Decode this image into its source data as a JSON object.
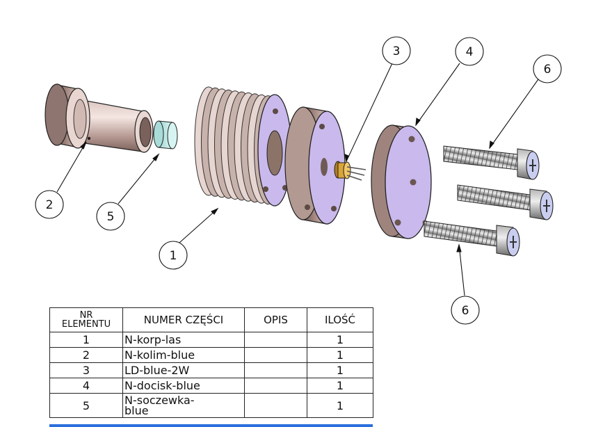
{
  "callouts": [
    {
      "id": "1",
      "label": "1"
    },
    {
      "id": "2",
      "label": "2"
    },
    {
      "id": "3",
      "label": "3"
    },
    {
      "id": "4",
      "label": "4"
    },
    {
      "id": "5",
      "label": "5"
    },
    {
      "id": "6a",
      "label": "6"
    },
    {
      "id": "6b",
      "label": "6"
    }
  ],
  "bom": {
    "headers": {
      "item_no_line1": "NR",
      "item_no_line2": "ELEMENTU",
      "part_no": "NUMER CZĘŚCI",
      "description": "OPIS",
      "qty": "ILOŚĆ"
    },
    "rows": [
      {
        "item": "1",
        "part_line1": "N-korp-las",
        "part_line2": "",
        "desc": "",
        "qty": "1"
      },
      {
        "item": "2",
        "part_line1": "N-kolim-blue",
        "part_line2": "",
        "desc": "",
        "qty": "1"
      },
      {
        "item": "3",
        "part_line1": "LD-blue-2W",
        "part_line2": "",
        "desc": "",
        "qty": "1"
      },
      {
        "item": "4",
        "part_line1": "N-docisk-blue",
        "part_line2": "",
        "desc": "",
        "qty": "1"
      },
      {
        "item": "5",
        "part_line1": "N-soczewka-",
        "part_line2": "blue",
        "desc": "",
        "qty": "1"
      }
    ]
  },
  "colors": {
    "metal_light": "#e2cfc9",
    "metal_dark": "#8a6f69",
    "face_purple": "#c9b9ec",
    "lens": "#b8e8e4",
    "screw_face": "#c9cdf0",
    "diode_gold": "#d9a53a",
    "accent_blue": "#2a6fdc"
  }
}
